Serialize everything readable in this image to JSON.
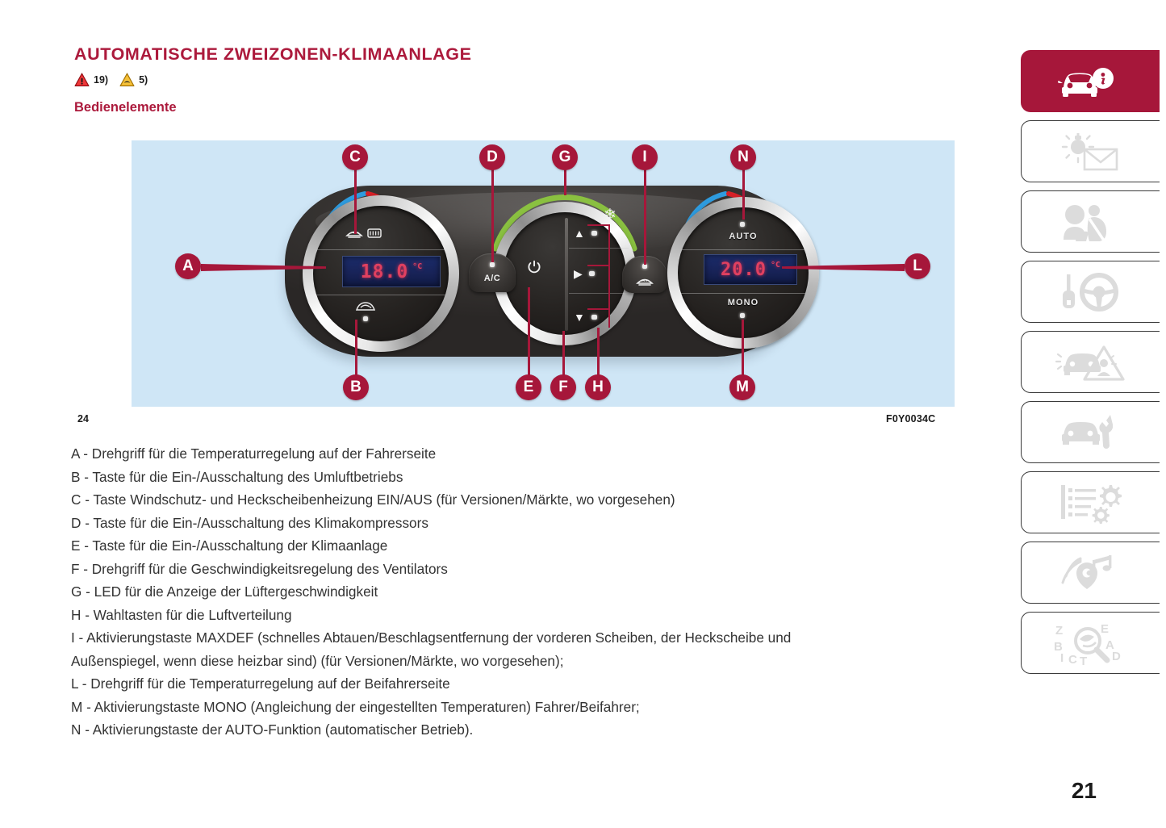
{
  "document": {
    "title": "AUTOMATISCHE ZWEIZONEN-KLIMAANLAGE",
    "subheading": "Bedienelemente",
    "page_number": "21"
  },
  "symbol_refs": [
    {
      "icon": "warning-triangle-red-icon",
      "ref": "19)"
    },
    {
      "icon": "warning-triangle-yellow-icon",
      "ref": "5)"
    }
  ],
  "figure": {
    "number": "24",
    "code": "F0Y0034C",
    "background_color": "#CFE6F6",
    "callouts": [
      {
        "id": "A",
        "label": "A"
      },
      {
        "id": "B",
        "label": "B"
      },
      {
        "id": "C",
        "label": "C"
      },
      {
        "id": "D",
        "label": "D"
      },
      {
        "id": "E",
        "label": "E"
      },
      {
        "id": "F",
        "label": "F"
      },
      {
        "id": "G",
        "label": "G"
      },
      {
        "id": "H",
        "label": "H"
      },
      {
        "id": "I",
        "label": "I"
      },
      {
        "id": "L",
        "label": "L"
      },
      {
        "id": "M",
        "label": "M"
      },
      {
        "id": "N",
        "label": "N"
      }
    ],
    "panel": {
      "driver_display_value": "18.0",
      "driver_display_unit": "°C",
      "passenger_display_value": "20.0",
      "passenger_display_unit": "°C",
      "auto_label": "AUTO",
      "mono_label": "MONO",
      "ac_label": "A/C",
      "display_color": "#E04060",
      "display_background": "#182358"
    }
  },
  "legend": [
    "A - Drehgriff für die Temperaturregelung auf der Fahrerseite",
    "B - Taste für die Ein-/Ausschaltung des Umluftbetriebs",
    "C - Taste Windschutz- und Heckscheibenheizung EIN/AUS (für Versionen/Märkte, wo vorgesehen)",
    "D - Taste für die Ein-/Ausschaltung des Klimakompressors",
    "E - Taste für die Ein-/Ausschaltung der Klimaanlage",
    "F - Drehgriff für die Geschwindigkeitsregelung des Ventilators",
    "G - LED für die Anzeige der Lüftergeschwindigkeit",
    "H - Wahltasten für die Luftverteilung",
    "I - Aktivierungstaste MAXDEF (schnelles Abtauen/Beschlagsentfernung der vorderen Scheiben, der Heckscheibe und",
    "Außenspiegel, wenn diese heizbar sind) (für Versionen/Märkte, wo vorgesehen);",
    "L - Drehgriff für die Temperaturregelung auf der Beifahrerseite",
    "M - Aktivierungstaste MONO (Angleichung der eingestellten Temperaturen) Fahrer/Beifahrer;",
    "N - Aktivierungstaste der AUTO-Funktion (automatischer Betrieb)."
  ],
  "sidebar": {
    "accent_color": "#A6173A",
    "tabs": [
      {
        "icon": "car-info-icon",
        "active": true
      },
      {
        "icon": "dashboard-warning-lights-icon",
        "active": false
      },
      {
        "icon": "seatbelt-airbag-safety-icon",
        "active": false
      },
      {
        "icon": "key-steering-wheel-starting-icon",
        "active": false
      },
      {
        "icon": "emergency-hazard-icon",
        "active": false
      },
      {
        "icon": "car-maintenance-wrench-icon",
        "active": false
      },
      {
        "icon": "technical-specifications-gears-icon",
        "active": false
      },
      {
        "icon": "multimedia-audio-icon",
        "active": false
      },
      {
        "icon": "alphabetical-index-search-icon",
        "active": false
      }
    ]
  }
}
